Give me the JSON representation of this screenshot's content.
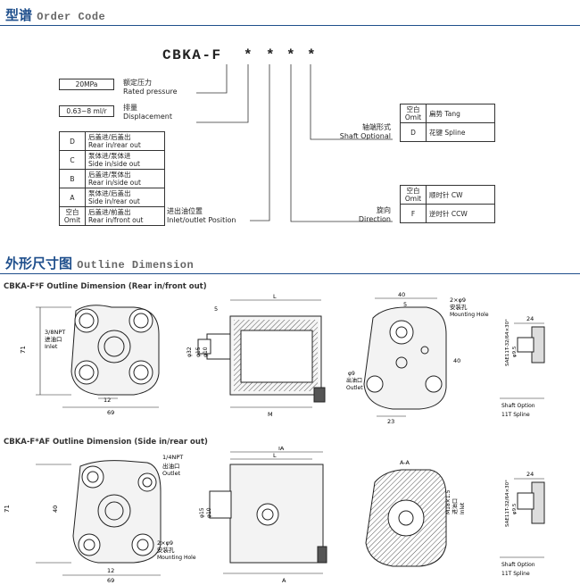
{
  "order_code": {
    "title_cn": "型谱",
    "title_en": "Order Code",
    "model": "CBKA-F",
    "stars": [
      "*",
      "*",
      "*",
      "*"
    ],
    "rated_pressure": {
      "value": "20MPa",
      "label_cn": "额定压力",
      "label_en": "Rated pressure"
    },
    "displacement": {
      "value": "0.63~8 ml/r",
      "label_cn": "排量",
      "label_en": "Displacement"
    },
    "ports": {
      "rows": [
        {
          "code": "D",
          "cn": "后盖进/后盖出",
          "en": "Rear in/rear out"
        },
        {
          "code": "C",
          "cn": "泵体进/泵体进",
          "en": "Side in/side out"
        },
        {
          "code": "B",
          "cn": "后盖进/泵体出",
          "en": "Rear in/side out"
        },
        {
          "code": "A",
          "cn": "泵体进/后盖出",
          "en": "Side in/rear out"
        },
        {
          "code": "空白 Omit",
          "cn": "后盖进/前盖出",
          "en": "Rear in/front out"
        }
      ],
      "label_cn": "进出油位置",
      "label_en": "Inlet/outlet Position"
    },
    "shaft": {
      "label_cn": "轴端形式",
      "label_en": "Shaft Optional",
      "rows": [
        {
          "code": "空白 Omit",
          "desc": "扁势 Tang"
        },
        {
          "code": "D",
          "desc": "花键 Spline"
        }
      ]
    },
    "direction": {
      "label_cn": "旋向",
      "label_en": "Direction",
      "rows": [
        {
          "code": "空白 Omit",
          "desc": "顺时针 CW"
        },
        {
          "code": "F",
          "desc": "逆时针 CCW"
        }
      ]
    }
  },
  "outline": {
    "title_cn": "外形尺寸图",
    "title_en": "Outline Dimension",
    "section1": {
      "title": "CBKA-F*F Outline Dimension (Rear in/front out)",
      "labels": {
        "port": "3/8NPT",
        "port_cn": "进油口",
        "port_en": "Inlet",
        "d71": "71",
        "d12": "12",
        "d69": "69",
        "L": "L",
        "d5": "5",
        "d32": "φ32",
        "d15": "φ15",
        "d10": "φ10",
        "M": "M",
        "d40": "40",
        "d5b": "5",
        "holes": "2×φ9",
        "holes_cn": "安装孔",
        "holes_en": "Mounting Hole",
        "d40v": "40",
        "d9": "φ9",
        "outlet_cn": "出油口",
        "outlet_en": "Outlet",
        "d23": "23",
        "d24": "24",
        "spline_spec": "SAE11T-32/64×30°",
        "d95": "φ9.5",
        "shaft_option": "Shaft Option",
        "spline_11t": "11T Spline"
      }
    },
    "section2": {
      "title": "CBKA-F*AF Outline Dimension (Side in/rear out)",
      "labels": {
        "port": "1/4NPT",
        "port_cn": "出油口",
        "port_en": "Outlet",
        "d71": "71",
        "d40": "40",
        "d69": "69",
        "d12": "12",
        "holes": "2×φ9",
        "holes_cn": "安装孔",
        "holes_en": "Mounting Hole",
        "IA": "IA",
        "L": "L",
        "d10": "φ10",
        "d15": "φ15",
        "A": "A",
        "AA": "A-A",
        "inlet_spec": "M18×1.5",
        "inlet_cn": "进油口",
        "inlet_en": "Inlet",
        "d24": "24",
        "spline_spec": "SAE11T-32/64×30°",
        "d95": "φ9.5",
        "shaft_option": "Shaft Option",
        "spline_11t": "11T Spline"
      }
    }
  }
}
